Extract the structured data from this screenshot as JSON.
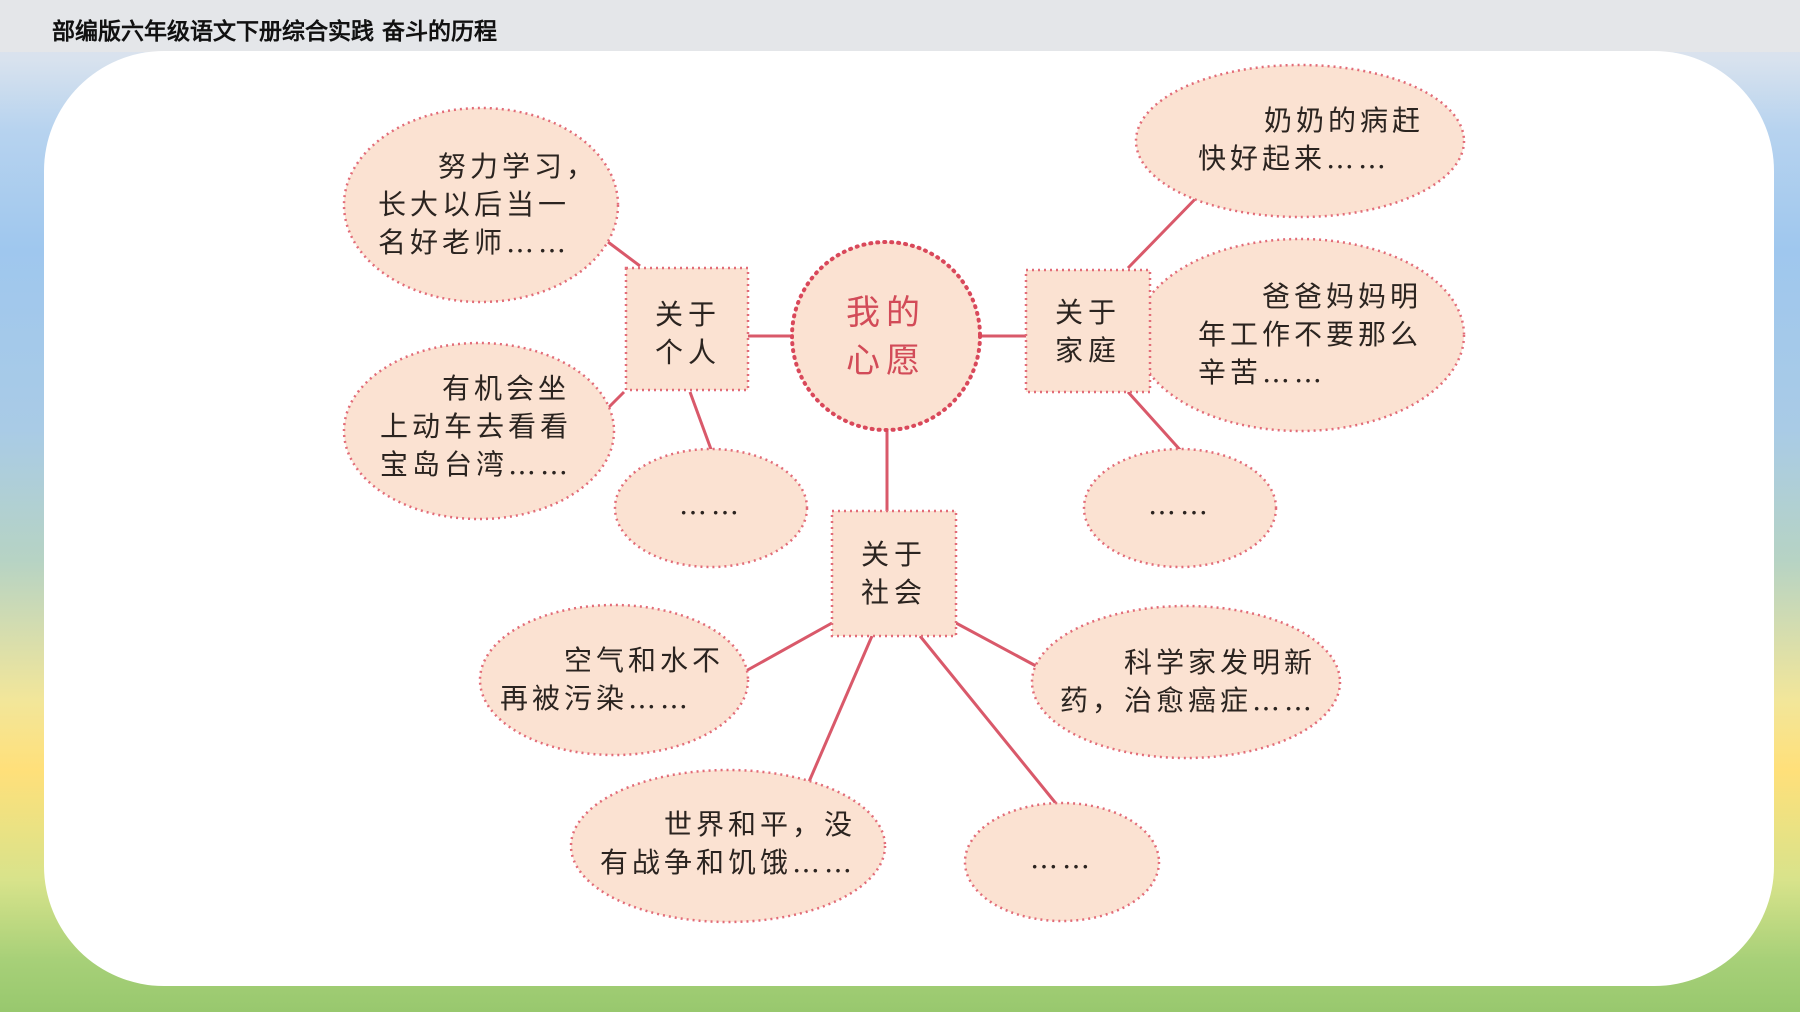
{
  "header": {
    "title": "部编版六年级语文下册综合实践 奋斗的历程"
  },
  "diagram": {
    "center": {
      "lines": [
        "我的",
        "心愿"
      ]
    },
    "categories": {
      "personal": {
        "lines": [
          "关于",
          "个人"
        ]
      },
      "family": {
        "lines": [
          "关于",
          "家庭"
        ]
      },
      "society": {
        "lines": [
          "关于",
          "社会"
        ]
      }
    },
    "bubbles": {
      "personal_1": {
        "lines": [
          "努力学习，",
          "长大以后当一",
          "名好老师……"
        ]
      },
      "personal_2": {
        "lines": [
          "有机会坐",
          "上动车去看看",
          "宝岛台湾……"
        ]
      },
      "personal_3": {
        "lines": [
          "……"
        ]
      },
      "family_1": {
        "lines": [
          "奶奶的病赶",
          "快好起来……"
        ]
      },
      "family_2": {
        "lines": [
          "爸爸妈妈明",
          "年工作不要那么",
          "辛苦……"
        ]
      },
      "family_3": {
        "lines": [
          "……"
        ]
      },
      "society_1": {
        "lines": [
          "空气和水不",
          "再被污染……"
        ]
      },
      "society_2": {
        "lines": [
          "世界和平，没",
          "有战争和饥饿……"
        ]
      },
      "society_3": {
        "lines": [
          "……"
        ]
      },
      "society_4": {
        "lines": [
          "科学家发明新",
          "药，治愈癌症……"
        ]
      }
    }
  }
}
